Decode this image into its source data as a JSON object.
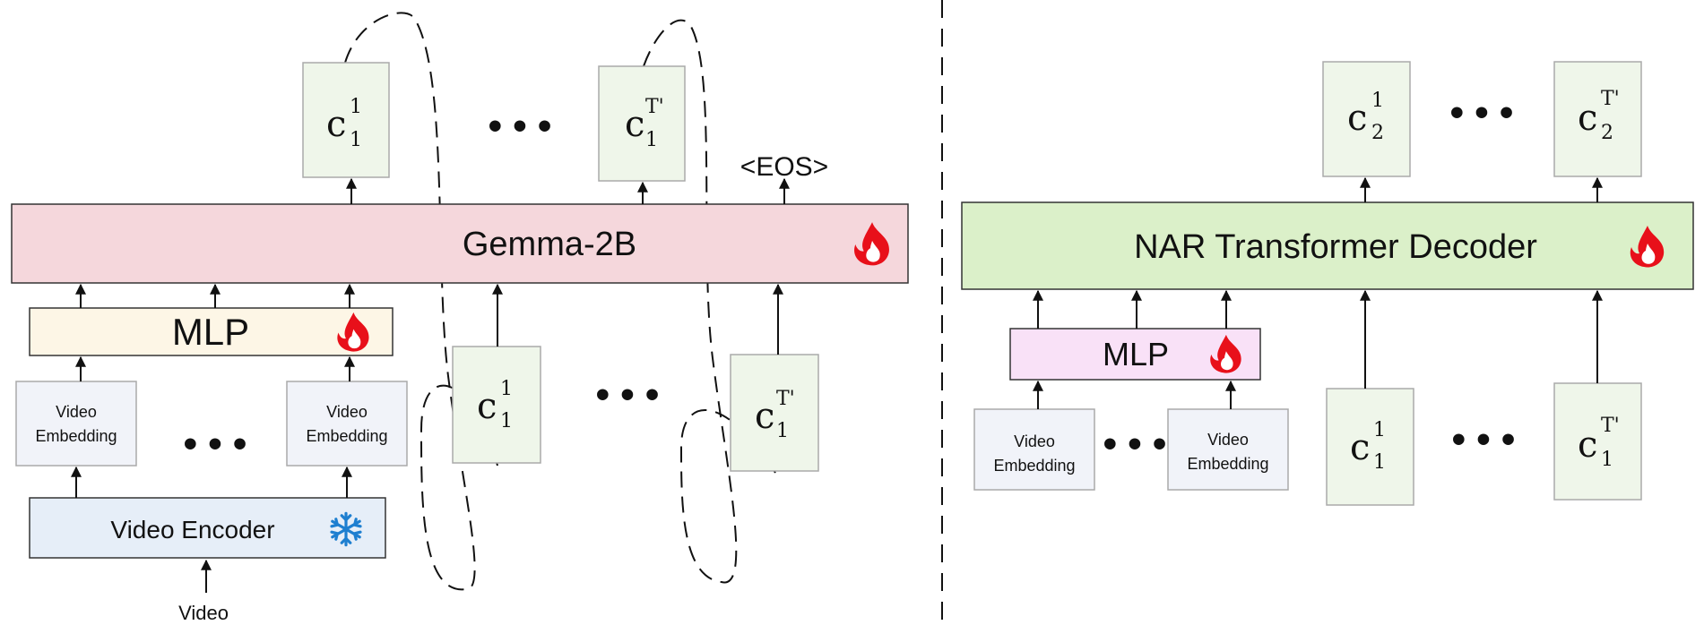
{
  "left_panel": {
    "llm_label": "Gemma-2B",
    "mlp_label": "MLP",
    "video_embedding_label_line1": "Video",
    "video_embedding_label_line2": "Embedding",
    "video_encoder_label": "Video Encoder",
    "video_input_label": "Video",
    "eos_label": "<EOS>",
    "ellipsis": "• • •",
    "out_token_1": {
      "base": "c",
      "sup": "1",
      "sub": "1"
    },
    "out_token_T": {
      "base": "c",
      "sup": "T'",
      "sub": "1"
    },
    "in_token_1": {
      "base": "c",
      "sup": "1",
      "sub": "1"
    },
    "in_token_T": {
      "base": "c",
      "sup": "T'",
      "sub": "1"
    }
  },
  "right_panel": {
    "decoder_label": "NAR Transformer Decoder",
    "mlp_label": "MLP",
    "video_embedding_label_line1": "Video",
    "video_embedding_label_line2": "Embedding",
    "ellipsis": "• • •",
    "out_token_1": {
      "base": "c",
      "sup": "1",
      "sub": "2"
    },
    "out_token_T": {
      "base": "c",
      "sup": "T'",
      "sub": "2"
    },
    "in_token_1": {
      "base": "c",
      "sup": "1",
      "sub": "1"
    },
    "in_token_T": {
      "base": "c",
      "sup": "T'",
      "sub": "1"
    }
  },
  "icons": {
    "trainable": "flame-icon",
    "frozen": "snowflake-icon"
  },
  "colors": {
    "llm_fill": "#f5d7dc",
    "mlp_left_fill": "#fdf6e6",
    "mlp_right_fill": "#f9e1f7",
    "decoder_fill": "#dbf0c9",
    "token_fill": "#eff6ea",
    "embedding_fill": "#f1f3f9",
    "encoder_fill": "#e6eef8",
    "flame": "#e8101a",
    "snowflake": "#1e7fd0"
  }
}
